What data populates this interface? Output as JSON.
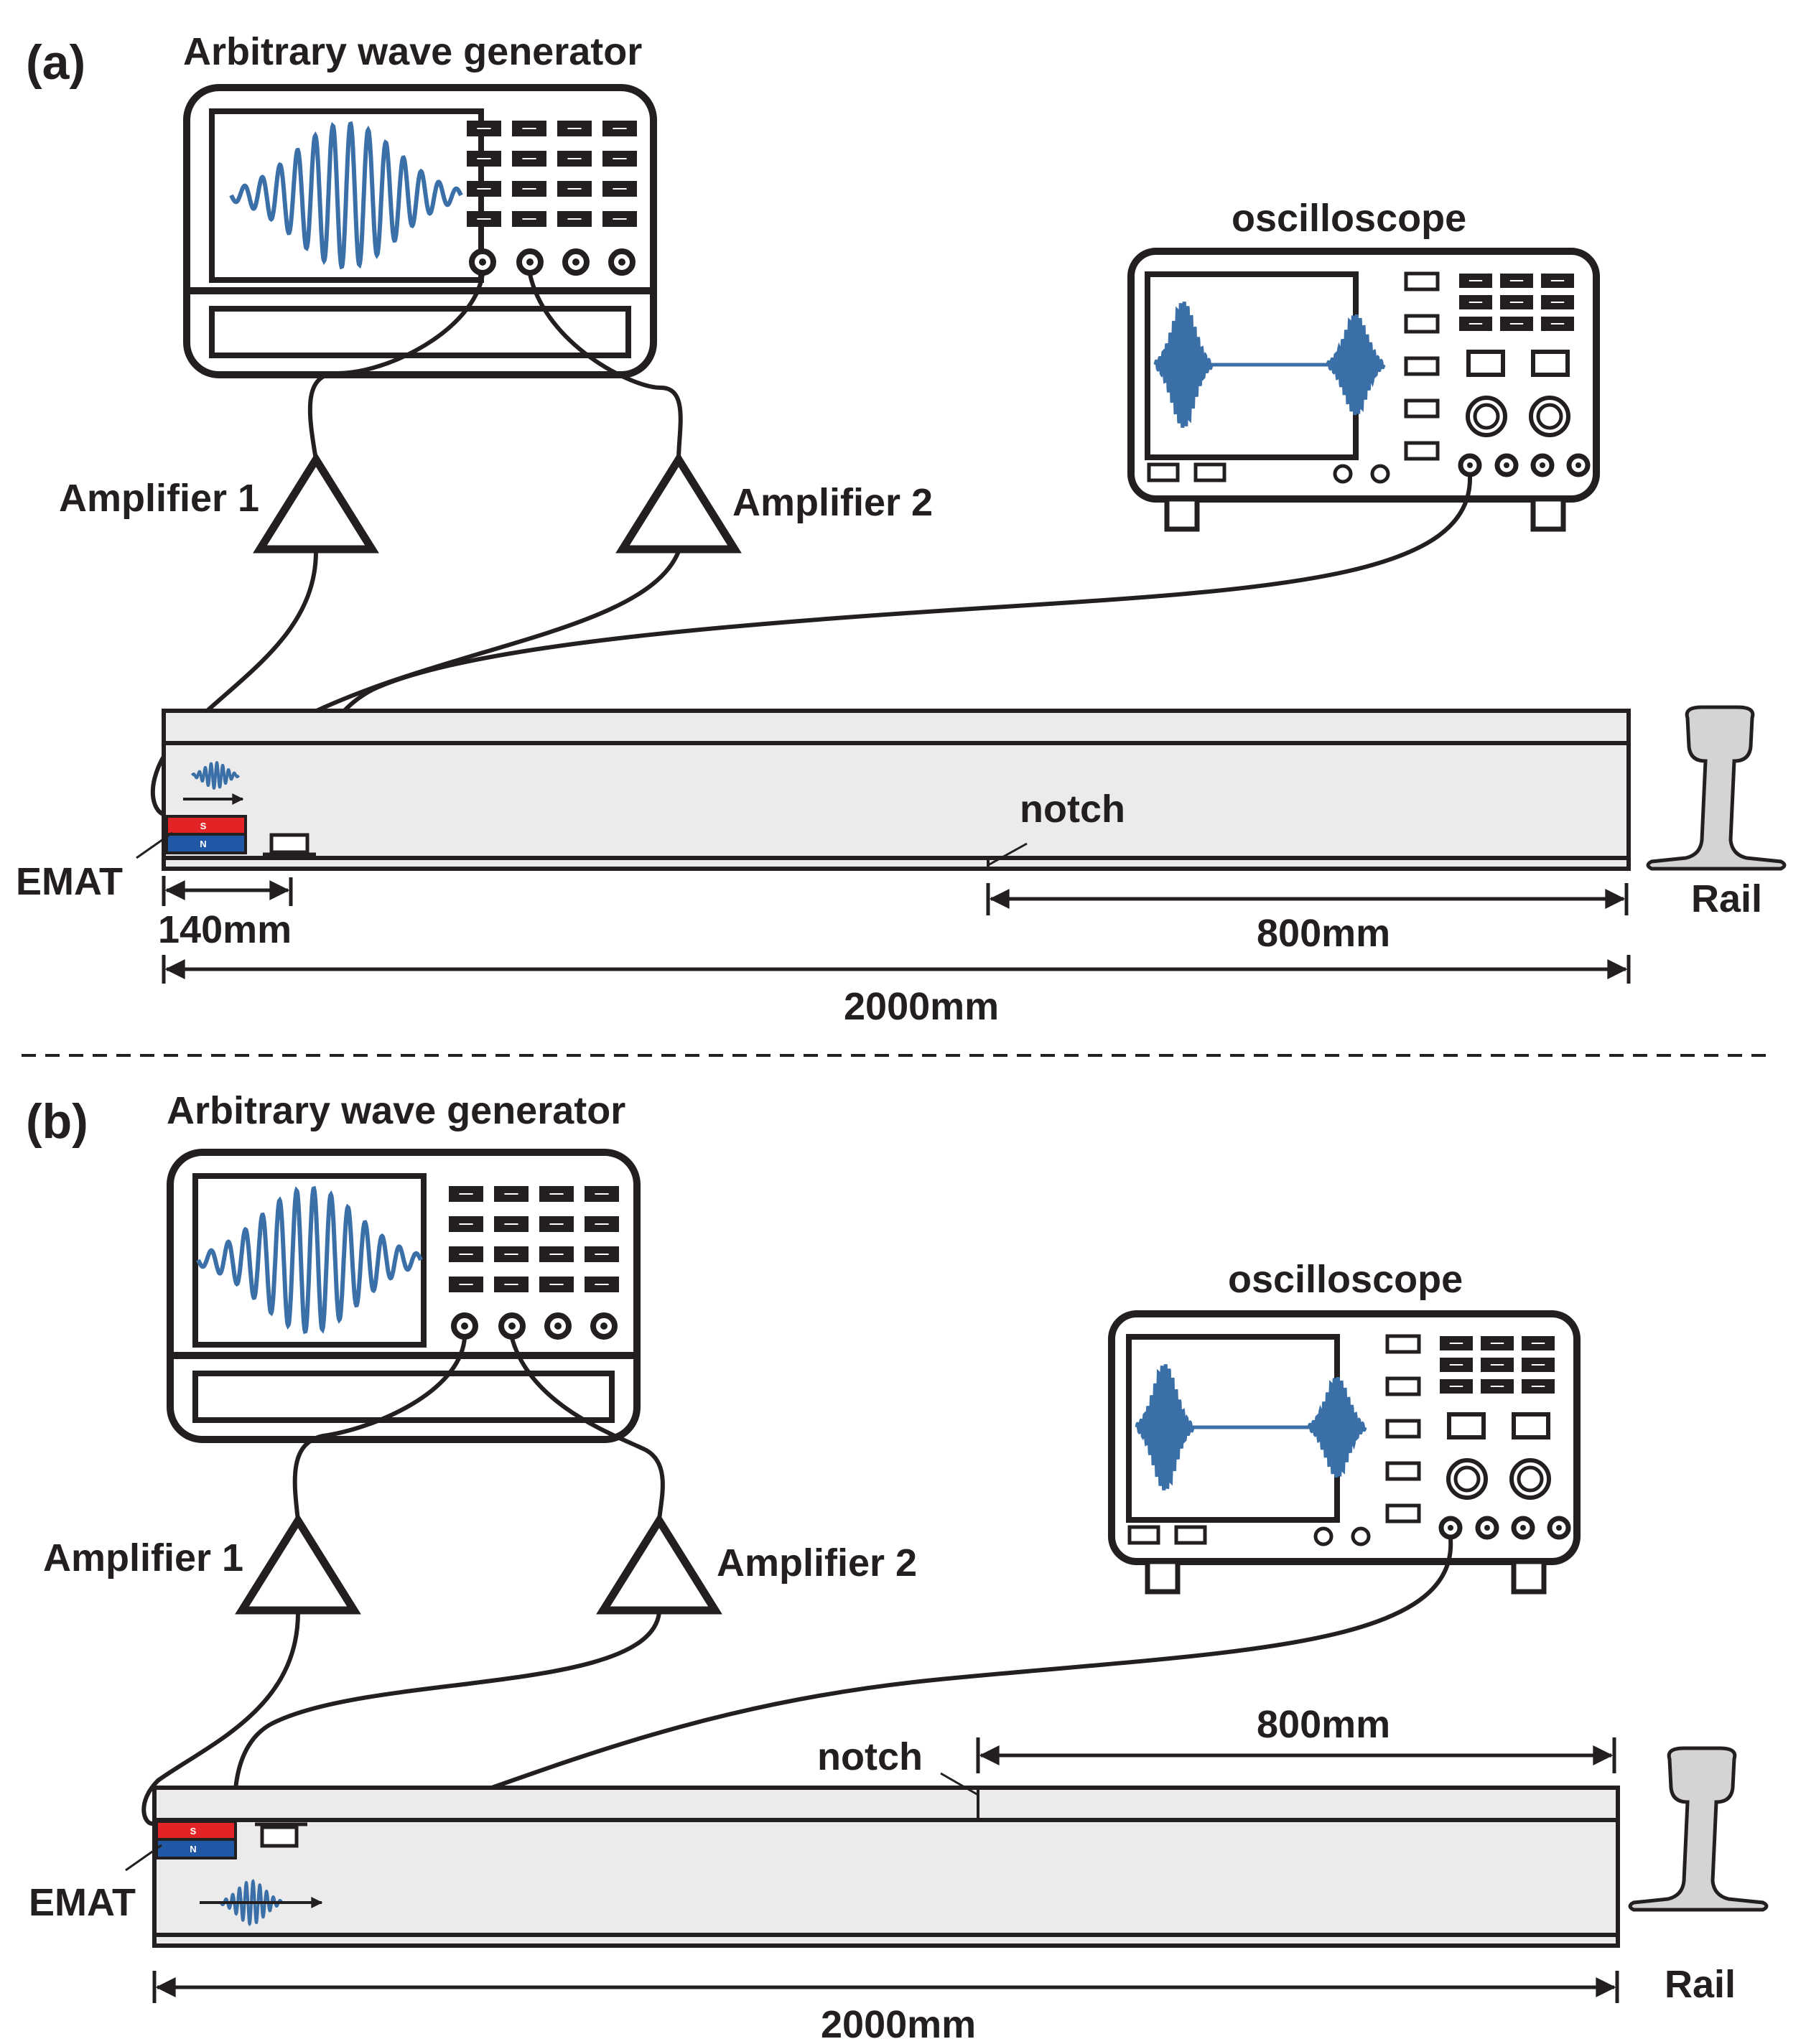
{
  "colors": {
    "ink": "#231f20",
    "wave": "#3a6fa8",
    "rail": "#ebebeb",
    "magnet_s": "#e32427",
    "magnet_n": "#2158a6"
  },
  "panel_a": {
    "label": "(a)",
    "generator": "Arbitrary wave generator",
    "oscilloscope": "oscilloscope",
    "amp1": "Amplifier 1",
    "amp2": "Amplifier 2",
    "emat": "EMAT",
    "notch": "notch",
    "rail": "Rail",
    "dim_140": "140mm",
    "dim_800": "800mm",
    "dim_2000": "2000mm",
    "magnet_s": "S",
    "magnet_n": "N"
  },
  "panel_b": {
    "label": "(b)",
    "generator": "Arbitrary wave generator",
    "oscilloscope": "oscilloscope",
    "amp1": "Amplifier 1",
    "amp2": "Amplifier 2",
    "emat": "EMAT",
    "notch": "notch",
    "rail": "Rail",
    "dim_800": "800mm",
    "dim_2000": "2000mm",
    "magnet_s": "S",
    "magnet_n": "N"
  }
}
